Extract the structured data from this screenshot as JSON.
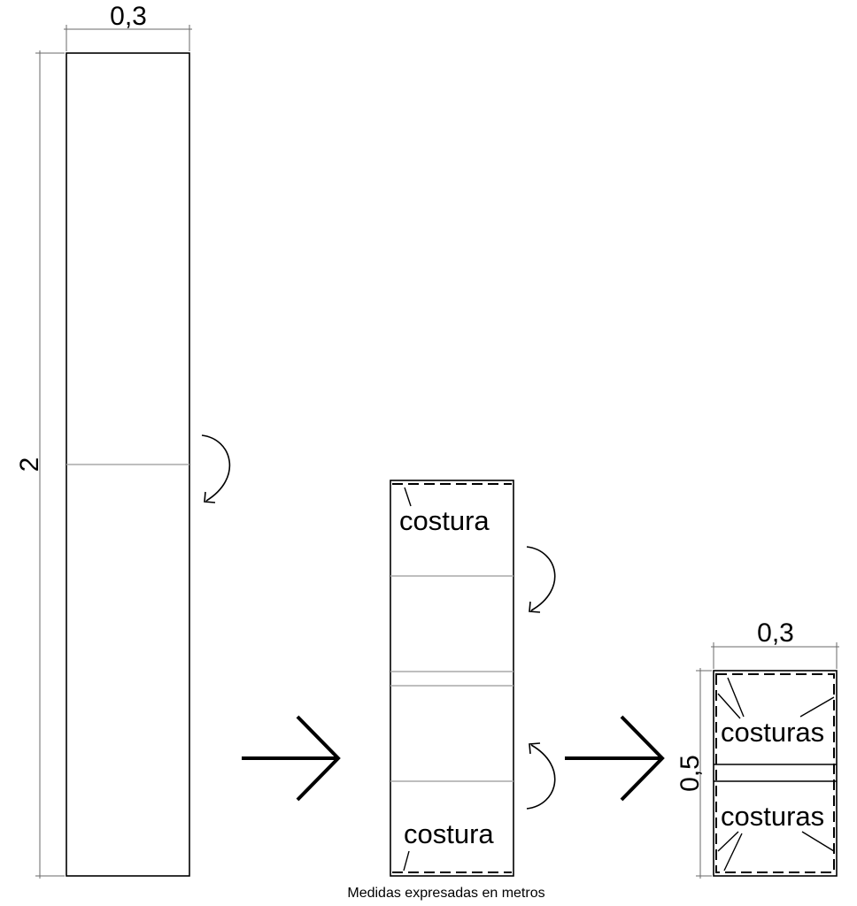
{
  "dimensions": {
    "strip_width": "0,3",
    "strip_length": "2",
    "final_width": "0,3",
    "final_height": "0,5"
  },
  "labels": {
    "seam_top": "costura",
    "seam_bottom": "costura",
    "seams_top": "costuras",
    "seams_bottom": "costuras"
  },
  "note": "Medidas expresadas en metros"
}
